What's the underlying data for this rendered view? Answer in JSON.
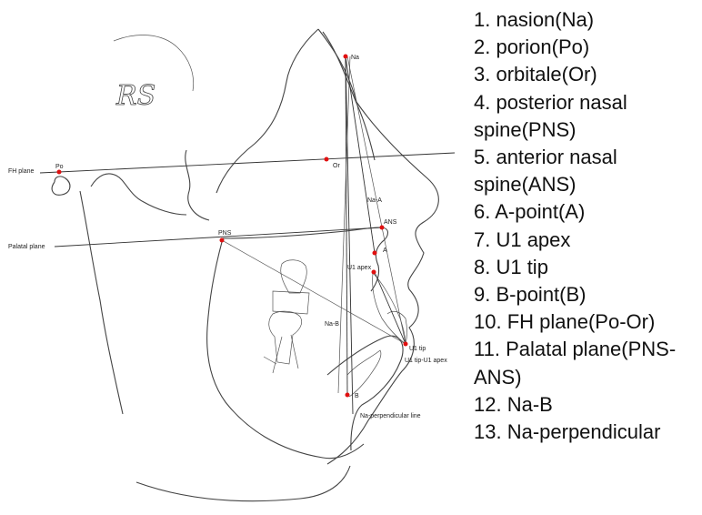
{
  "labels": {
    "na": "Na",
    "po": "Po",
    "or": "Or",
    "fh_plane": "FH plane",
    "pns": "PNS",
    "ans": "ANS",
    "a": "A",
    "na_a": "Na-A",
    "palatal_plane": "Palatal plane",
    "u1_apex": "U1 apex",
    "na_b": "Na-B",
    "u1_tip": "U1 tip",
    "u1_tip_u1_apex": "U1 tip-U1 apex",
    "b": "B",
    "na_perpendicular_line": "Na-perpendicular line",
    "signature": "RS"
  },
  "legend": [
    "1. nasion(Na)",
    "2. porion(Po)",
    "3. orbitale(Or)",
    "4. posterior nasal spine(PNS)",
    "5. anterior nasal spine(ANS)",
    "6. A-point(A)",
    "7. U1 apex",
    "8. U1 tip",
    "9. B-point(B)",
    "10. FH plane(Po-Or)",
    "11. Palatal plane(PNS-ANS)",
    "12. Na-B",
    "13. Na-perpendicular"
  ],
  "colors": {
    "landmark": "#e01010",
    "line": "#333333"
  }
}
